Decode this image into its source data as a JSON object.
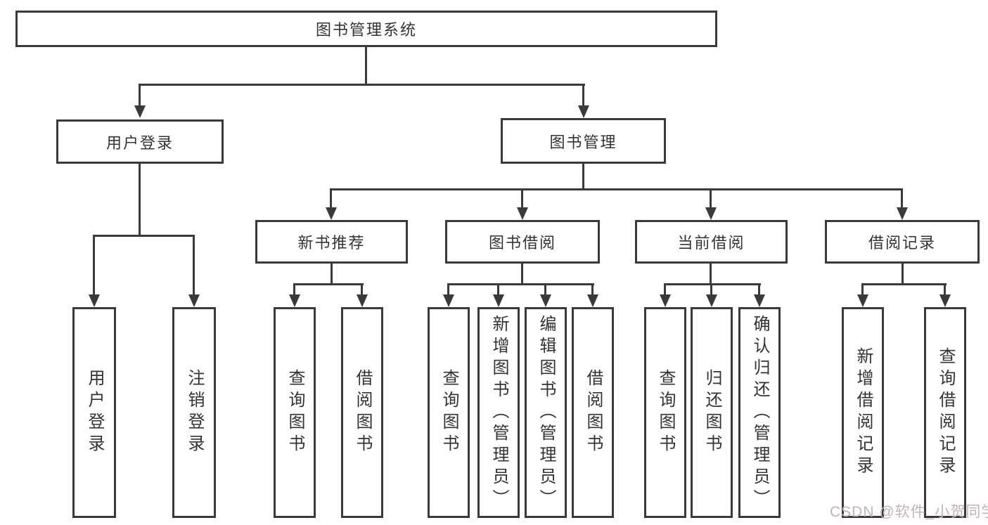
{
  "root": {
    "label": "图书管理系统"
  },
  "branches": [
    {
      "label": "用户登录",
      "children": [
        {
          "label": "用户登录"
        },
        {
          "label": "注销登录"
        }
      ]
    },
    {
      "label": "图书管理",
      "children": [
        {
          "label": "新书推荐",
          "children": [
            {
              "label": "查询图书"
            },
            {
              "label": "借阅图书"
            }
          ]
        },
        {
          "label": "图书借阅",
          "children": [
            {
              "label": "查询图书"
            },
            {
              "label": "新增图书（管理员）"
            },
            {
              "label": "编辑图书（管理员）"
            },
            {
              "label": "借阅图书"
            }
          ]
        },
        {
          "label": "当前借阅",
          "children": [
            {
              "label": "查询图书"
            },
            {
              "label": "归还图书"
            },
            {
              "label": "确认归还（管理员）"
            }
          ]
        },
        {
          "label": "借阅记录",
          "children": [
            {
              "label": "新增借阅记录"
            },
            {
              "label": "查询借阅记录"
            }
          ]
        }
      ]
    }
  ],
  "watermark": "CSDN @软件_小贺同学",
  "colors": {
    "line": "#3a3a3a",
    "text": "#333333",
    "background": "#ffffff",
    "watermark": "#c0b4b4"
  }
}
